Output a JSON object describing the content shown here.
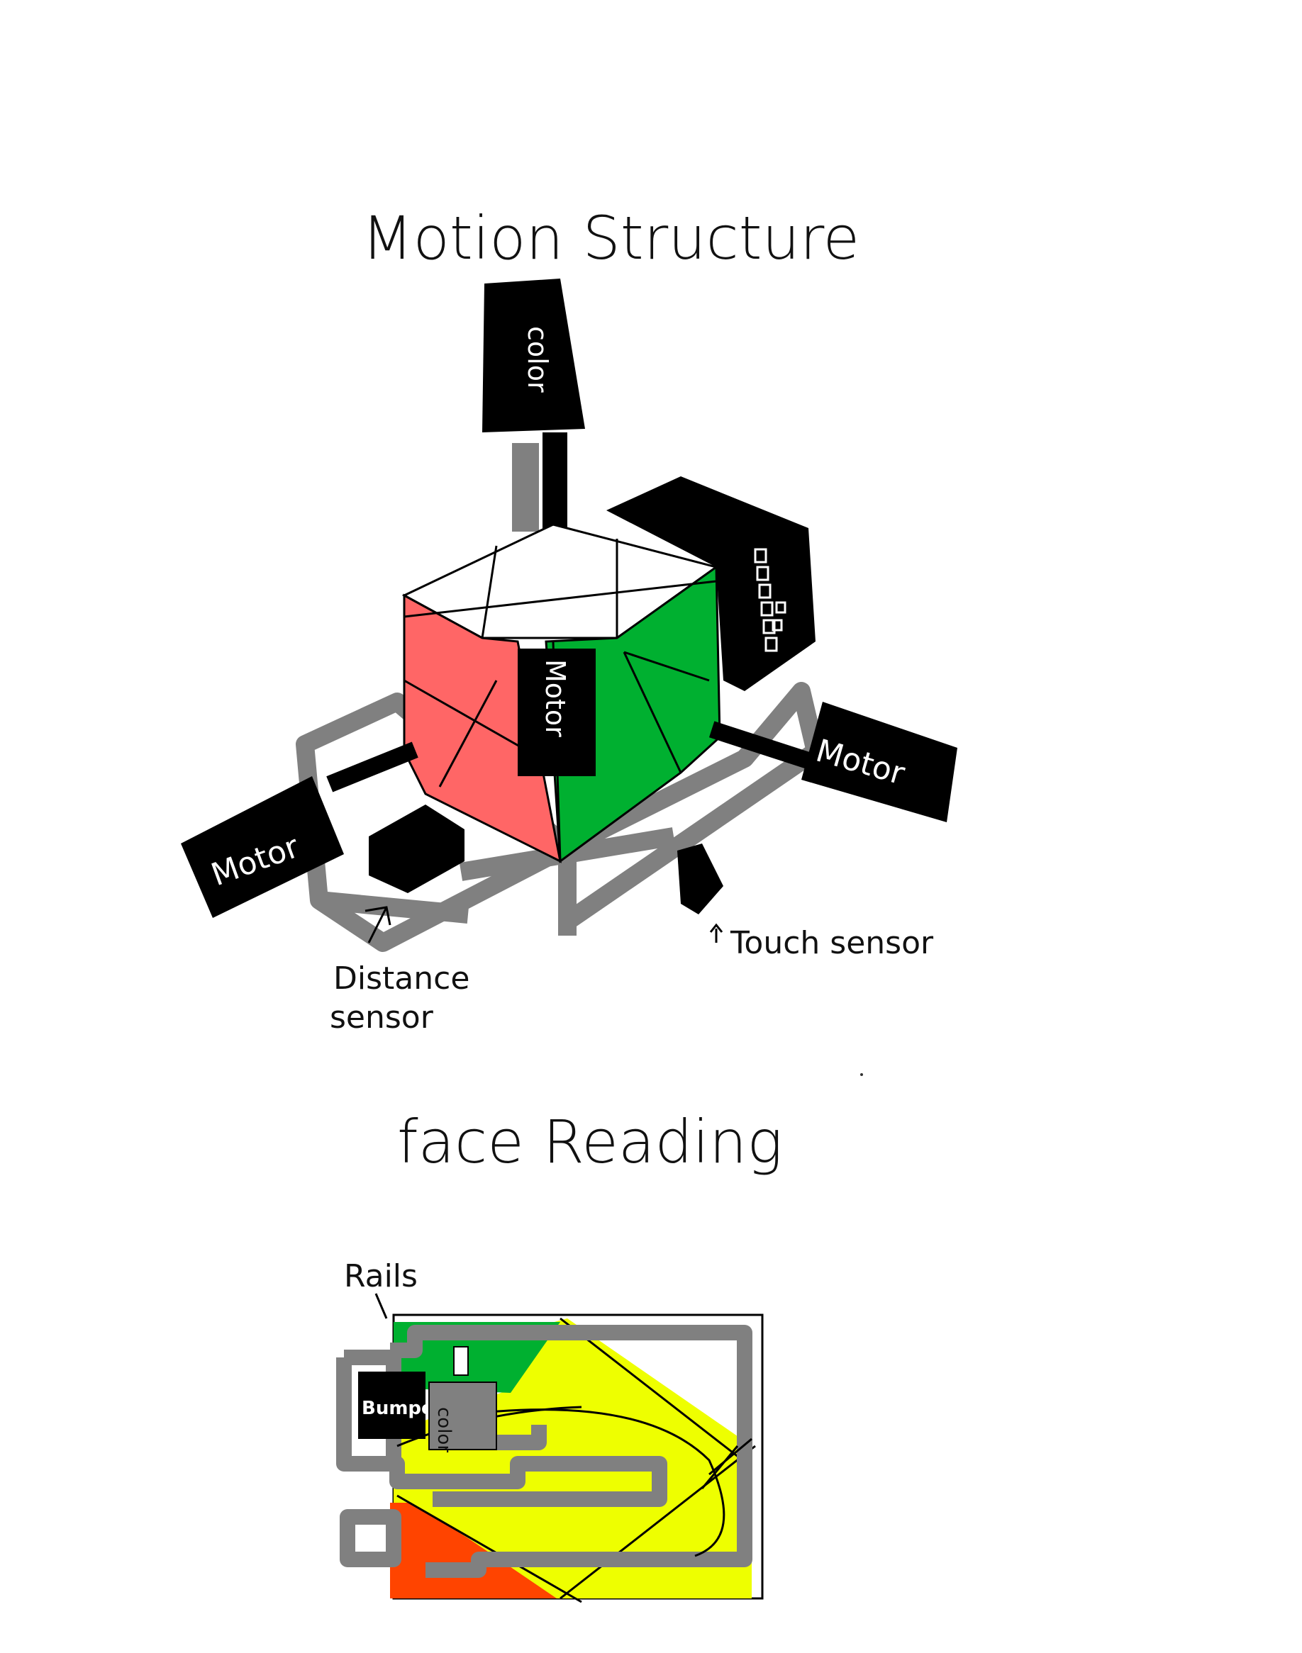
{
  "titles": {
    "motion": "Motion Structure",
    "face": "face Reading"
  },
  "labels": {
    "motor_front": "Motor",
    "motor_left": "Motor",
    "motor_right": "Motor",
    "color_sensor": "color",
    "distance_sensor_line1": "Distance",
    "distance_sensor_line2": "sensor",
    "touch_sensor": "Touch sensor",
    "rails": "Rails",
    "bumper": "Bumper",
    "color_small": "color"
  },
  "colors": {
    "red_face": "#ff6666",
    "green_face": "#00b030",
    "rail_gray": "#808080",
    "yellow": "#eeff00",
    "orange": "#ff4400",
    "black": "#000000"
  }
}
